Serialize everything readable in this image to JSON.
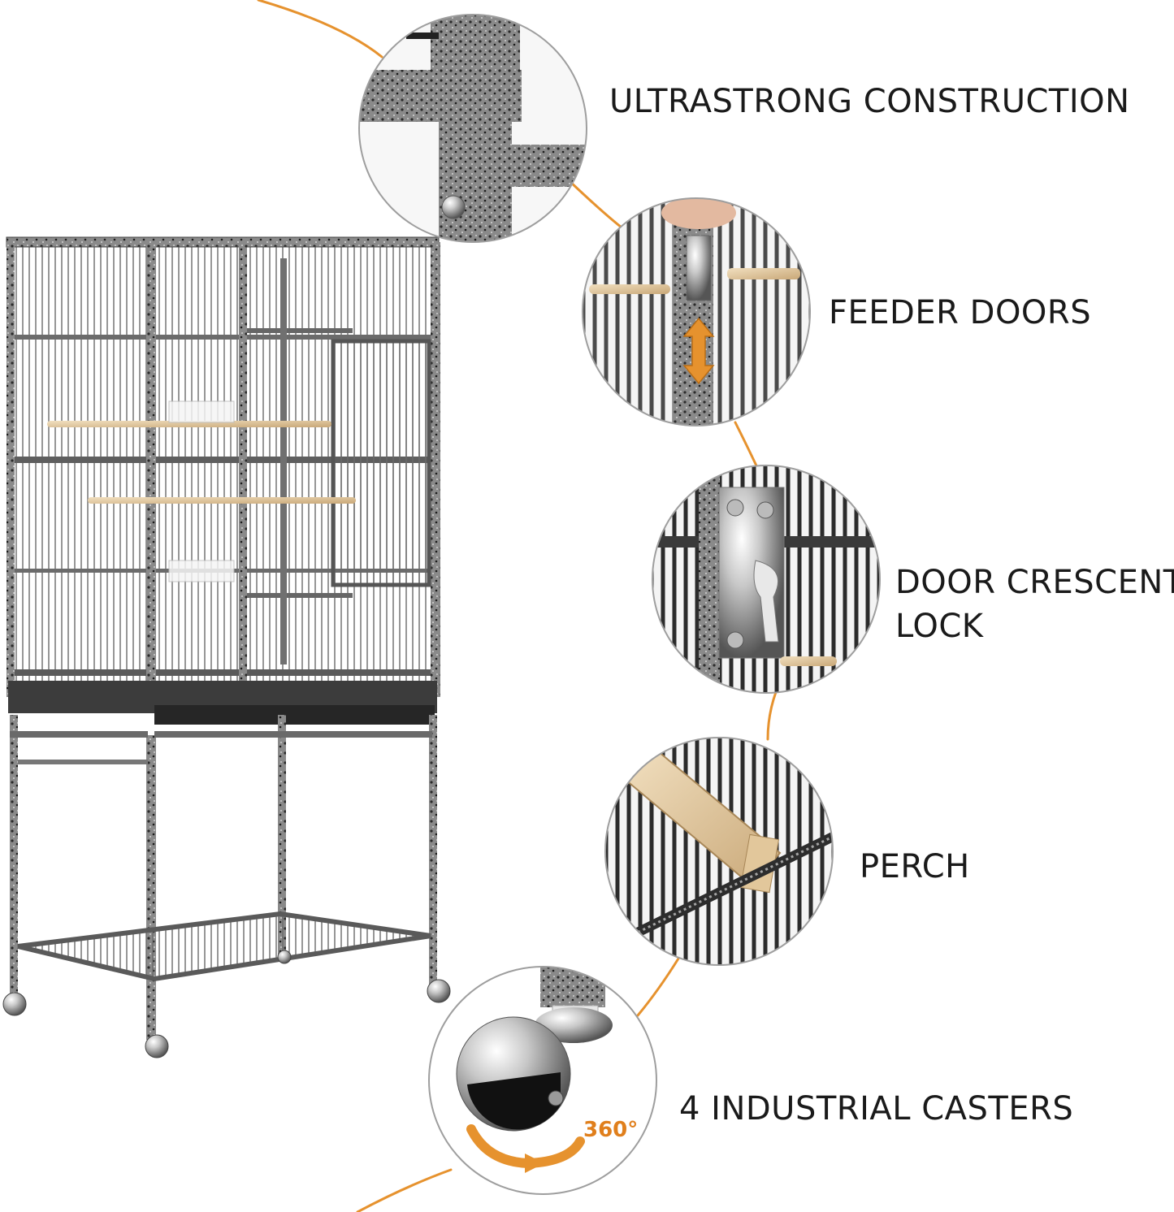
{
  "accent_color": "#e6922e",
  "features": [
    {
      "label": "ULTRASTRONG CONSTRUCTION",
      "icon": "frame-joint-closeup"
    },
    {
      "label": "FEEDER DOORS",
      "icon": "feeder-door-closeup"
    },
    {
      "label": "DOOR CRESCENT\nLOCK",
      "line1": "DOOR CRESCENT",
      "line2": "LOCK",
      "icon": "crescent-lock-closeup"
    },
    {
      "label": "PERCH",
      "icon": "perch-closeup"
    },
    {
      "label": "4 INDUSTRIAL CASTERS",
      "icon": "caster-closeup"
    }
  ],
  "caster_rotation": "360°",
  "product": "bird-cage-on-stand"
}
